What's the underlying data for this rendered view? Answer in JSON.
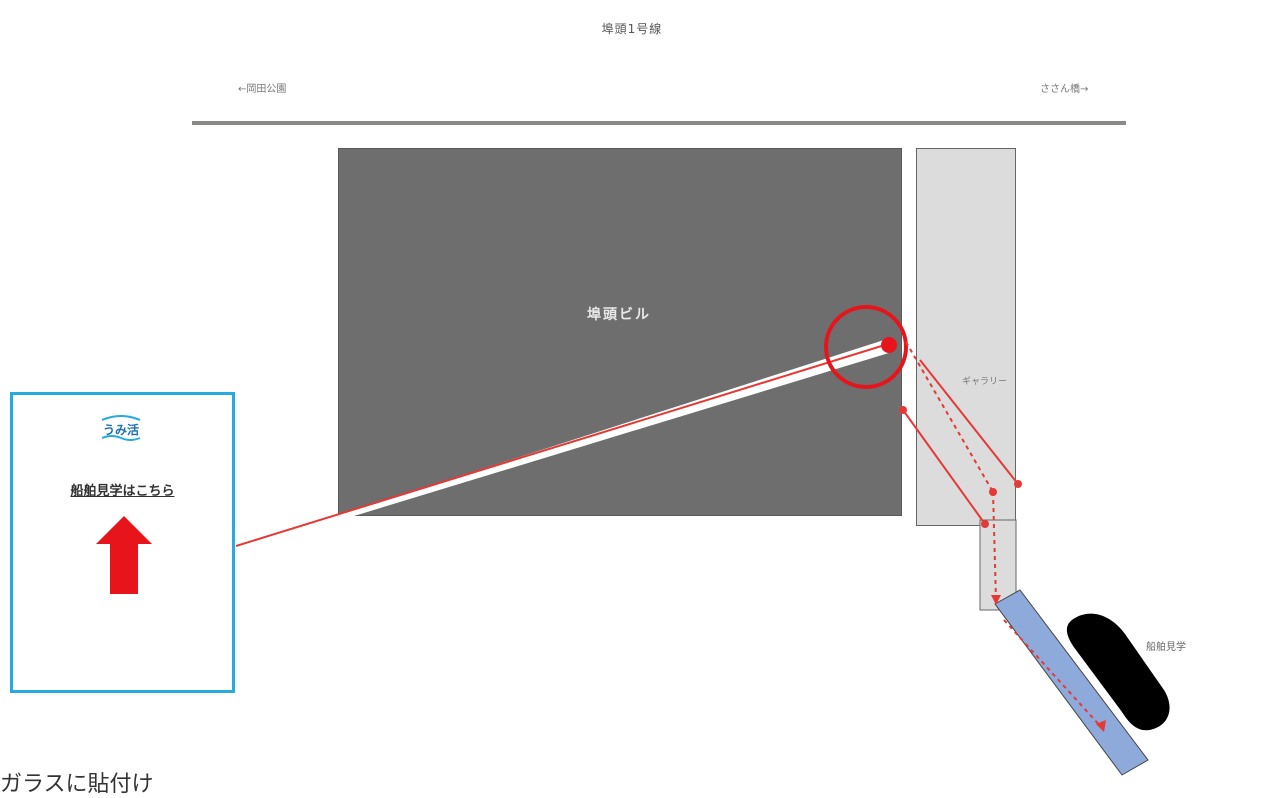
{
  "map": {
    "title": "埠頭1号線",
    "direction_left": "←岡田公園",
    "direction_right": "ささん橋→",
    "building_label": "埠頭ビル",
    "gallery_label": "ギャラリー",
    "tour_label": "船舶見学"
  },
  "sign": {
    "logo_text": "うみ活",
    "text": "船舶見学はこちら"
  },
  "caption": "ガラスに貼付け",
  "colors": {
    "road": "#8c8a86",
    "building": "#6e6e6e",
    "gallery": "#dcdcdc",
    "pier": "#8eaadb",
    "ship": "#000000",
    "route": "#e53935",
    "sign_border": "#27a9e1",
    "arrow": "#e8141b"
  }
}
